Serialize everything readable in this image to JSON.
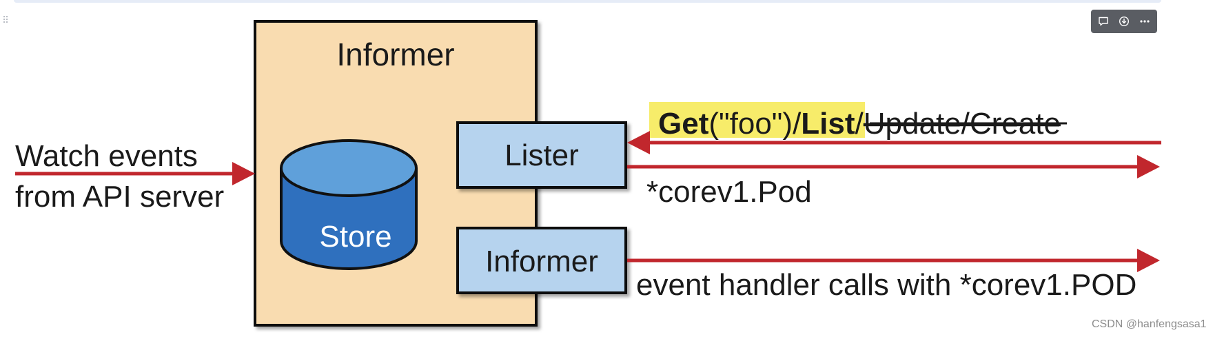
{
  "toolbar": {
    "icons": [
      "comment-icon",
      "download-icon",
      "more-icon"
    ]
  },
  "diagram": {
    "informer_box_title": "Informer",
    "store_label": "Store",
    "lister_label": "Lister",
    "informer_component_label": "Informer",
    "watch_events_line1": "Watch events",
    "watch_events_line2": "from API server",
    "ops": {
      "get": "Get",
      "foo_arg": "(\"foo\")/",
      "list": "List",
      "slash": "/",
      "struck": "Update/Create"
    },
    "lister_return_label": "*corev1.Pod",
    "event_handler_label": "event handler calls with *corev1.POD"
  },
  "colors": {
    "informer_box_fill": "#f9dcb0",
    "component_fill": "#b6d3ee",
    "store_fill": "#2f70be",
    "store_top": "#5fa0da",
    "arrow": "#c1272d",
    "highlight": "#f7ec6a"
  },
  "watermark": "CSDN @hanfengsasa1"
}
